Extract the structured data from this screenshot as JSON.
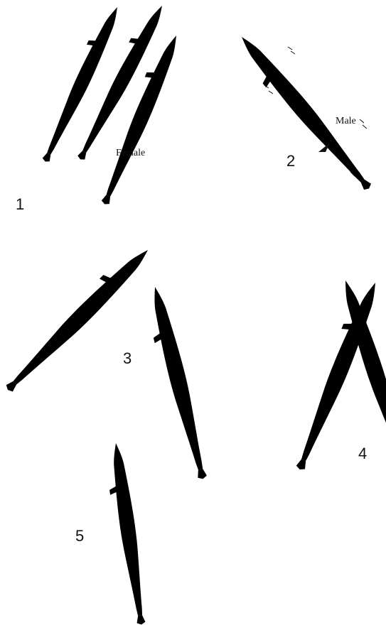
{
  "panels": [
    {
      "number": "1",
      "sex_label": "Female"
    },
    {
      "number": "2",
      "sex_label": "Male"
    },
    {
      "number": "3"
    },
    {
      "number": "4"
    },
    {
      "number": "5"
    }
  ]
}
